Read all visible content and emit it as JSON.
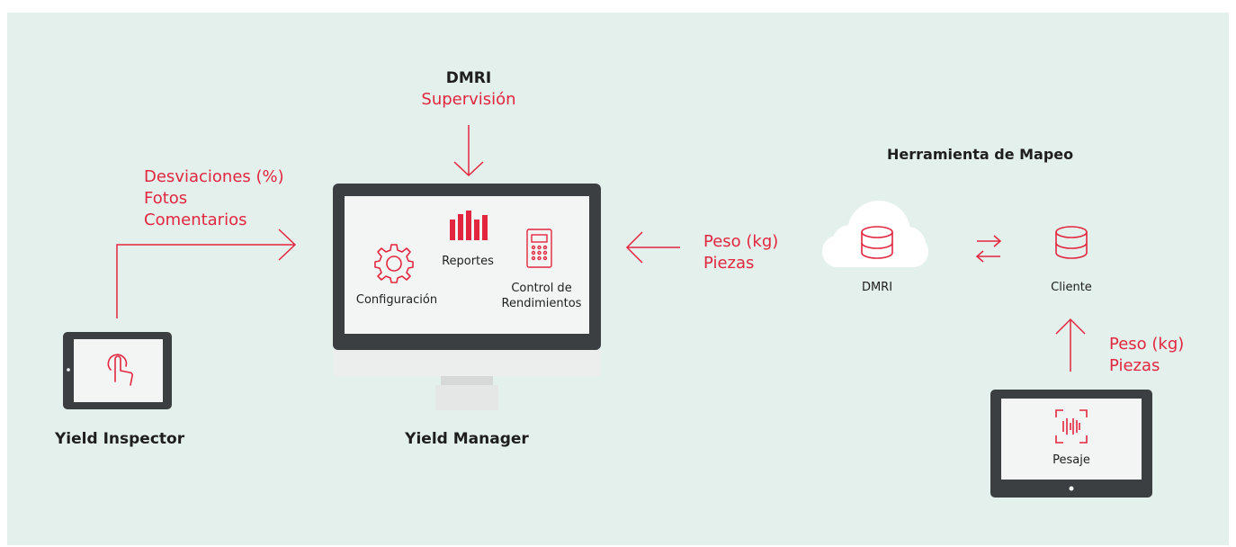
{
  "colors": {
    "background": "#e3f0ec",
    "accent_red": "#e3263f",
    "device_frame": "#3b3f42",
    "screen": "#f3f5f4",
    "cloud": "#ffffff"
  },
  "supervision": {
    "title": "DMRI",
    "subtitle": "Supervisión"
  },
  "inspector": {
    "label": "Yield Inspector",
    "outputs": [
      "Desviaciones (%)",
      "Fotos",
      "Comentarios"
    ],
    "icon": "touch-hand-icon"
  },
  "manager": {
    "label": "Yield Manager",
    "modules": {
      "config": {
        "label": "Configuración",
        "icon": "gear-icon"
      },
      "reports": {
        "label": "Reportes",
        "icon": "bar-chart-icon"
      },
      "control": {
        "label_line1": "Control de",
        "label_line2": "Rendimientos",
        "icon": "calculator-icon"
      }
    }
  },
  "mapping": {
    "title": "Herramienta de Mapeo",
    "inputs": [
      "Peso (kg)",
      "Piezas"
    ],
    "dmri_label": "DMRI",
    "client_label": "Cliente",
    "sync_icon": "bidirectional-arrows-icon",
    "database_icon": "database-icon"
  },
  "weighing": {
    "inputs": [
      "Peso (kg)",
      "Piezas"
    ],
    "label": "Pesaje",
    "icon": "barcode-scan-icon"
  }
}
